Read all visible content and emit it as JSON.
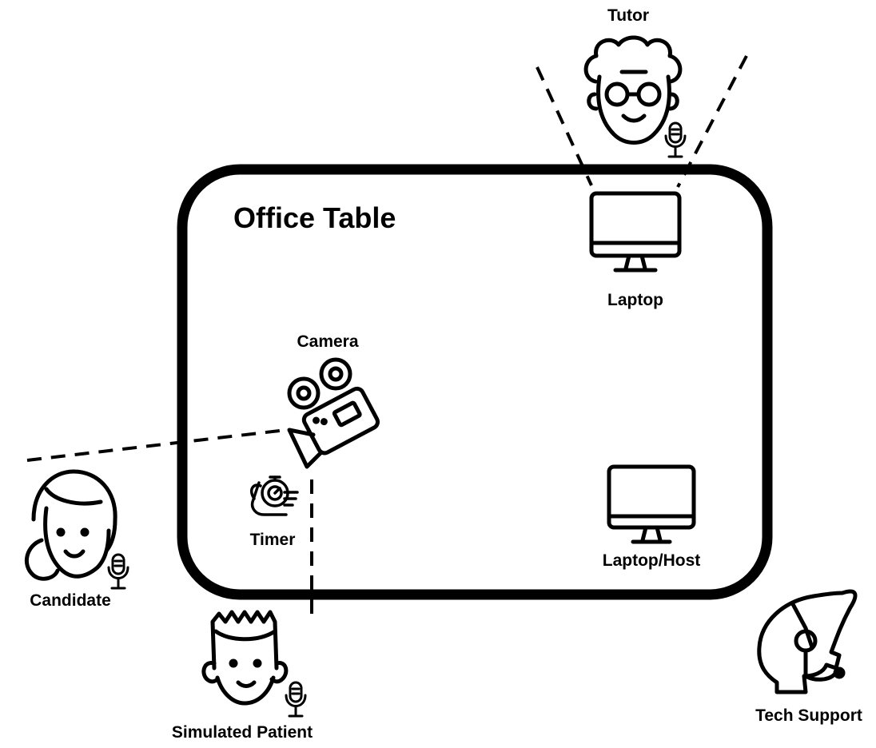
{
  "table": {
    "title": "Office Table"
  },
  "labels": {
    "tutor": "Tutor",
    "laptop": "Laptop",
    "camera": "Camera",
    "timer": "Timer",
    "laptop_host": "Laptop/Host",
    "candidate": "Candidate",
    "simulated_patient": "Simulated Patient",
    "tech_support": "Tech Support"
  },
  "icons": [
    "tutor-icon",
    "laptop-monitor-icon",
    "video-camera-icon",
    "stopwatch-hand-icon",
    "laptop-host-monitor-icon",
    "candidate-icon",
    "simulated-patient-icon",
    "tech-support-headset-icon",
    "microphone-icon"
  ],
  "colors": {
    "ink": "#000000",
    "background": "#ffffff"
  }
}
